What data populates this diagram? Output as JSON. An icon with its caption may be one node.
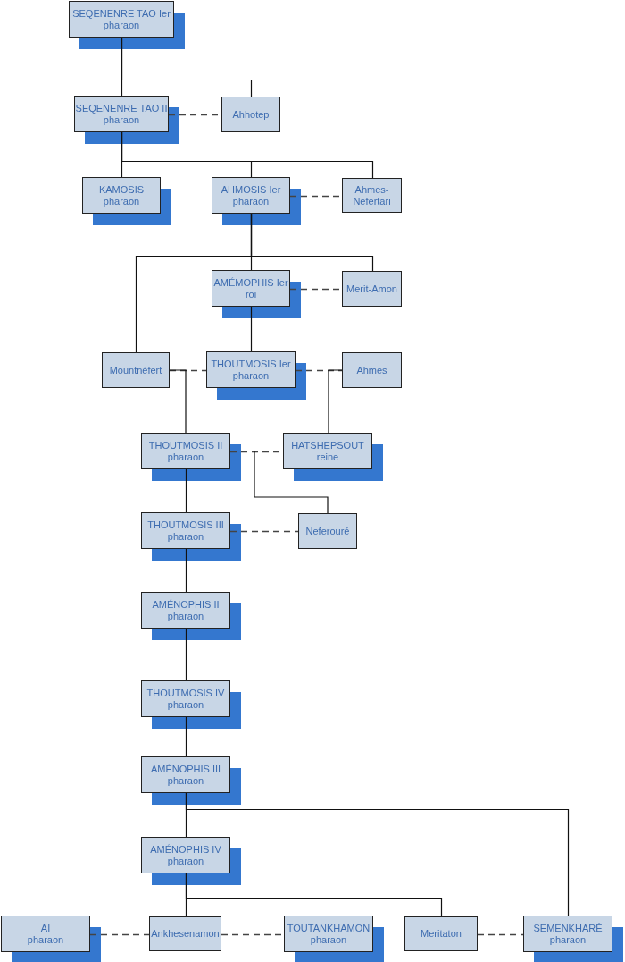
{
  "diagram": {
    "nodes": [
      {
        "text": [
          "SEQENENRE TAO Ier",
          "pharaon"
        ]
      },
      {
        "text": [
          "SEQENENRE TAO II",
          "pharaon"
        ]
      },
      {
        "text": [
          "Ahhotep"
        ]
      },
      {
        "text": [
          "KAMOSIS",
          "pharaon"
        ]
      },
      {
        "text": [
          "AHMOSIS Ier",
          "pharaon"
        ]
      },
      {
        "text": [
          "Ahmes-Nefertari"
        ]
      },
      {
        "text": [
          "AMÉMOPHIS Ier",
          "roi"
        ]
      },
      {
        "text": [
          "Merit-Amon"
        ]
      },
      {
        "text": [
          "Mountnéfert"
        ]
      },
      {
        "text": [
          "THOUTMOSIS Ier",
          "pharaon"
        ]
      },
      {
        "text": [
          "Ahmes"
        ]
      },
      {
        "text": [
          "THOUTMOSIS II",
          "pharaon"
        ]
      },
      {
        "text": [
          "HATSHEPSOUT",
          "reine"
        ]
      },
      {
        "text": [
          "THOUTMOSIS III",
          "pharaon"
        ]
      },
      {
        "text": [
          "Neferouré"
        ]
      },
      {
        "text": [
          "AMÉNOPHIS II",
          "pharaon"
        ]
      },
      {
        "text": [
          "THOUTMOSIS IV",
          "pharaon"
        ]
      },
      {
        "text": [
          "AMÉNOPHIS III",
          "pharaon"
        ]
      },
      {
        "text": [
          "AMÉNOPHIS IV",
          "pharaon"
        ]
      },
      {
        "text": [
          "AÏ",
          "pharaon"
        ]
      },
      {
        "text": [
          "Ankhesenamon"
        ]
      },
      {
        "text": [
          "TOUTANKHAMON",
          "pharaon"
        ]
      },
      {
        "text": [
          "Meritaton"
        ]
      },
      {
        "text": [
          "SEMENKHARÊ",
          "pharaon"
        ]
      }
    ],
    "edges": [
      {
        "from": 0,
        "to": 1,
        "arrow": "none"
      },
      {
        "from": 0,
        "to": 2,
        "arrow": "none"
      },
      {
        "from": 1,
        "to": 2,
        "arrow": "none",
        "style": "dashed"
      },
      {
        "from": 1,
        "to": 3,
        "arrow": "none"
      },
      {
        "from": 1,
        "to": 4,
        "arrow": "none"
      },
      {
        "from": 1,
        "to": 5,
        "arrow": "none"
      },
      {
        "from": 4,
        "to": 5,
        "arrow": "none",
        "style": "dashed"
      },
      {
        "from": 4,
        "to": 8,
        "arrow": "none"
      },
      {
        "from": 4,
        "to": 6,
        "arrow": "none"
      },
      {
        "from": 4,
        "to": 7,
        "arrow": "none"
      },
      {
        "from": 6,
        "to": 7,
        "arrow": "none",
        "style": "dashed"
      },
      {
        "from": 6,
        "to": 9,
        "arrow": "none"
      },
      {
        "from": 8,
        "to": 9,
        "arrow": "none",
        "style": "dashed"
      },
      {
        "from": 9,
        "to": 10,
        "arrow": "none",
        "style": "dashed"
      },
      {
        "from": 8,
        "to": 11,
        "arrow": "none"
      },
      {
        "from": 10,
        "to": 12,
        "arrow": "none"
      },
      {
        "from": 11,
        "to": 12,
        "arrow": "none",
        "style": "dashed"
      },
      {
        "from": 12,
        "to": 14,
        "arrow": "none"
      },
      {
        "from": 11,
        "to": 13,
        "arrow": "none"
      },
      {
        "from": 13,
        "to": 14,
        "arrow": "none",
        "style": "dashed"
      },
      {
        "from": 13,
        "to": 15,
        "arrow": "none"
      },
      {
        "from": 15,
        "to": 16,
        "arrow": "none"
      },
      {
        "from": 16,
        "to": 17,
        "arrow": "none"
      },
      {
        "from": 17,
        "to": 18,
        "arrow": "none"
      },
      {
        "from": 17,
        "to": 23,
        "arrow": "none"
      },
      {
        "from": 18,
        "to": 20,
        "arrow": "none"
      },
      {
        "from": 18,
        "to": 22,
        "arrow": "none"
      },
      {
        "from": 19,
        "to": 20,
        "arrow": "none",
        "style": "dashed"
      },
      {
        "from": 20,
        "to": 21,
        "arrow": "none",
        "style": "dashed"
      },
      {
        "from": 22,
        "to": 23,
        "arrow": "none",
        "style": "dashed"
      }
    ]
  }
}
